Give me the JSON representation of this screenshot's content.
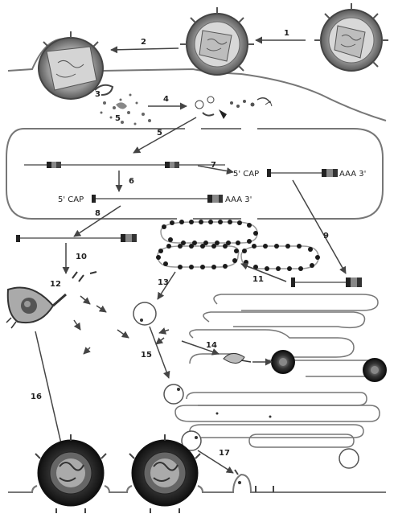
{
  "steps": {
    "s1": "1",
    "s2": "2",
    "s3": "3",
    "s4": "4",
    "s5a": "5",
    "s5b": "5",
    "s6": "6",
    "s7": "7",
    "s8": "8",
    "s9": "9",
    "s10": "10",
    "s11": "11",
    "s12": "12",
    "s13": "13",
    "s14": "14",
    "s15": "15",
    "s16": "16",
    "s17": "17"
  },
  "labels": {
    "cap1": "5' CAP",
    "polyA1": "AAA 3'",
    "cap2": "5' CAP",
    "polyA2": "AAA 3'"
  },
  "colors": {
    "line": "#555555",
    "virion_shell": "#7a7a7a",
    "virion_core": "#c8c8c8",
    "dark": "#2a2a2a"
  }
}
